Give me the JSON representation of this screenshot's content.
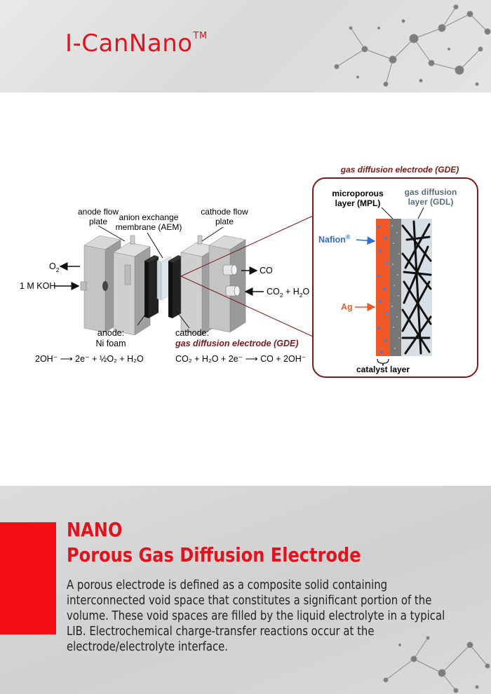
{
  "header": {
    "logo_text": "I-CanNano",
    "logo_mark": "TM"
  },
  "figure": {
    "labels": {
      "anode_flow_plate_1": "anode flow",
      "anode_flow_plate_2": "plate",
      "aem_1": "anion exchange",
      "aem_2": "membrane (AEM)",
      "cathode_flow_plate_1": "cathode flow",
      "cathode_flow_plate_2": "plate",
      "o2": "O",
      "o2_sub": "2",
      "koh": "1 M KOH",
      "co": "CO",
      "co2": "CO",
      "co2_sub": "2",
      "co2_plus": " + H",
      "h2o_sub": "2",
      "h2o_o": "O",
      "anode_1": "anode:",
      "anode_2": "Ni foam",
      "anode_eq": "2OH⁻ ⟶ 2e⁻ + ½O₂ + H₂O",
      "cathode_1": "cathode:",
      "cathode_2": "gas diffusion electrode (GDE)",
      "cathode_eq": "CO₂ + H₂O + 2e⁻ ⟶ CO + 2OH⁻"
    },
    "inset": {
      "title": "gas diffusion electrode (GDE)",
      "mpl_1": "microporous",
      "mpl_2": "layer (MPL)",
      "gdl_1": "gas diffusion",
      "gdl_2": "layer (GDL)",
      "nafion": "Nafion",
      "nafion_mark": "®",
      "ag": "Ag",
      "catalyst": "catalyst layer"
    },
    "colors": {
      "dark_red": "#7a1a1a",
      "nafion_blue": "#2f6fd1",
      "ag_orange": "#f05a28"
    }
  },
  "section": {
    "title_line1": "NANO",
    "title_line2": "Porous Gas Diffusion Electrode",
    "body": "A porous electrode is defined as a composite solid containing interconnected void space that constitutes a significant portion of the volume. These void spaces are filled by the liquid electrolyte in a typical LIB. Electrochemical charge-transfer reactions occur at the electrode/electrolyte interface."
  },
  "brand_color": "#e0141e"
}
